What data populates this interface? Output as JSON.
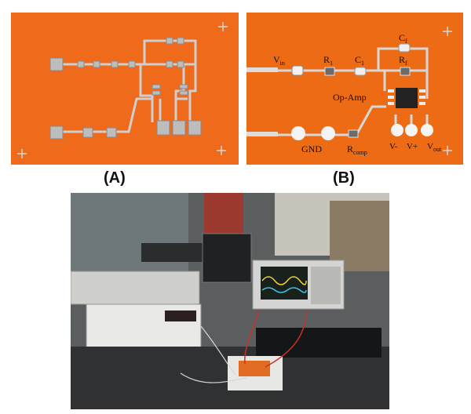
{
  "captions": {
    "a": "(A)",
    "b": "(B)"
  },
  "panel_b_labels": {
    "vin": "V",
    "vin_sub": "in",
    "r1": "R",
    "r1_sub": "1",
    "c1": "C",
    "c1_sub": "1",
    "cf": "C",
    "cf_sub": "f",
    "rf": "R",
    "rf_sub": "f",
    "opamp": "Op-Amp",
    "gnd": "GND",
    "rcomp": "R",
    "rcomp_sub": "comp",
    "vminus": "V-",
    "vplus": "V+",
    "vout": "V",
    "vout_sub": "out"
  },
  "colors": {
    "substrate_orange": "#ef6a1a",
    "trace_silver": "#c9c9c9",
    "lab_background": "#4a4c4c"
  }
}
